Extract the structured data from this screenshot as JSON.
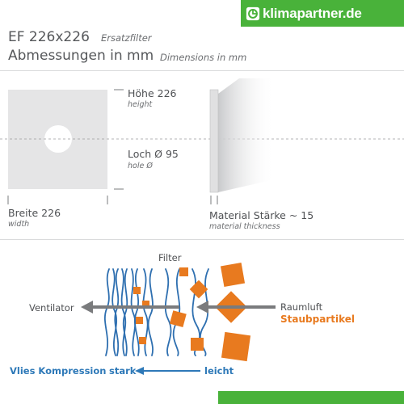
{
  "brand": {
    "logo_text": "klimapartner.de",
    "color": "#49b23a"
  },
  "header": {
    "title": "EF 226x226",
    "title_sub": "Ersatzfilter",
    "subtitle": "Abmessungen in mm",
    "subtitle_sub": "Dimensions in mm"
  },
  "dimensions": {
    "height_label": "Höhe 226",
    "height_sub": "height",
    "hole_label": "Loch Ø 95",
    "hole_sub": "hole Ø",
    "width_label": "Breite 226",
    "width_sub": "width",
    "thickness_label": "Material Stärke ~ 15",
    "thickness_sub": "material thickness"
  },
  "flow": {
    "filter_label": "Filter",
    "ventilator_label": "Ventilator",
    "raumluft_label": "Raumluft",
    "staubpartikel_label": "Staubpartikel",
    "vlies_label": "Vlies Kompression",
    "stark_label": "stark",
    "leicht_label": "leicht"
  },
  "colors": {
    "text": "#4f5154",
    "accent_blue": "#2e79b8",
    "particle_orange": "#e87a1f",
    "filter_panel": "#e5e5e6",
    "arrow_gray": "#7a7b7d"
  }
}
